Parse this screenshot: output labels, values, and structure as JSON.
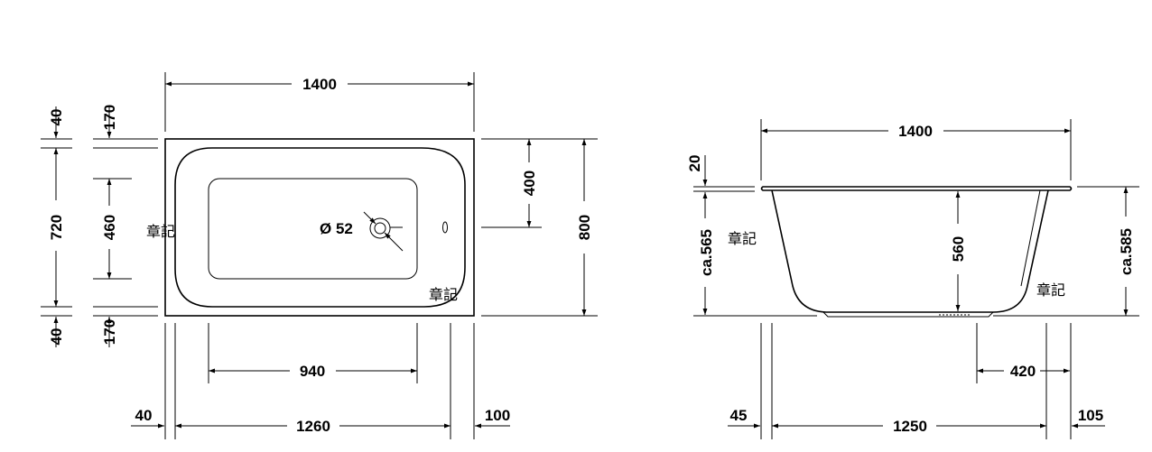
{
  "top_view": {
    "overall_length": "1400",
    "overall_width": "800",
    "inner_width": "720",
    "basin_width": "460",
    "offset_top_a": "40",
    "offset_top_b": "170",
    "offset_bottom_a": "40",
    "offset_bottom_b": "170",
    "drain_offset": "400",
    "drain_diameter": "Ø 52",
    "basin_length": "940",
    "inner_length": "1260",
    "left_rim": "40",
    "right_rim": "100",
    "marker_left": "章記",
    "marker_right": "章記"
  },
  "side_view": {
    "overall_length": "1400",
    "rim_thickness": "20",
    "height_left": "ca.565",
    "height_right": "ca.585",
    "basin_depth": "560",
    "drain_position": "420",
    "bottom_length": "1250",
    "left_rim": "45",
    "right_rim": "105",
    "marker_left": "章記",
    "marker_right": "章記"
  }
}
